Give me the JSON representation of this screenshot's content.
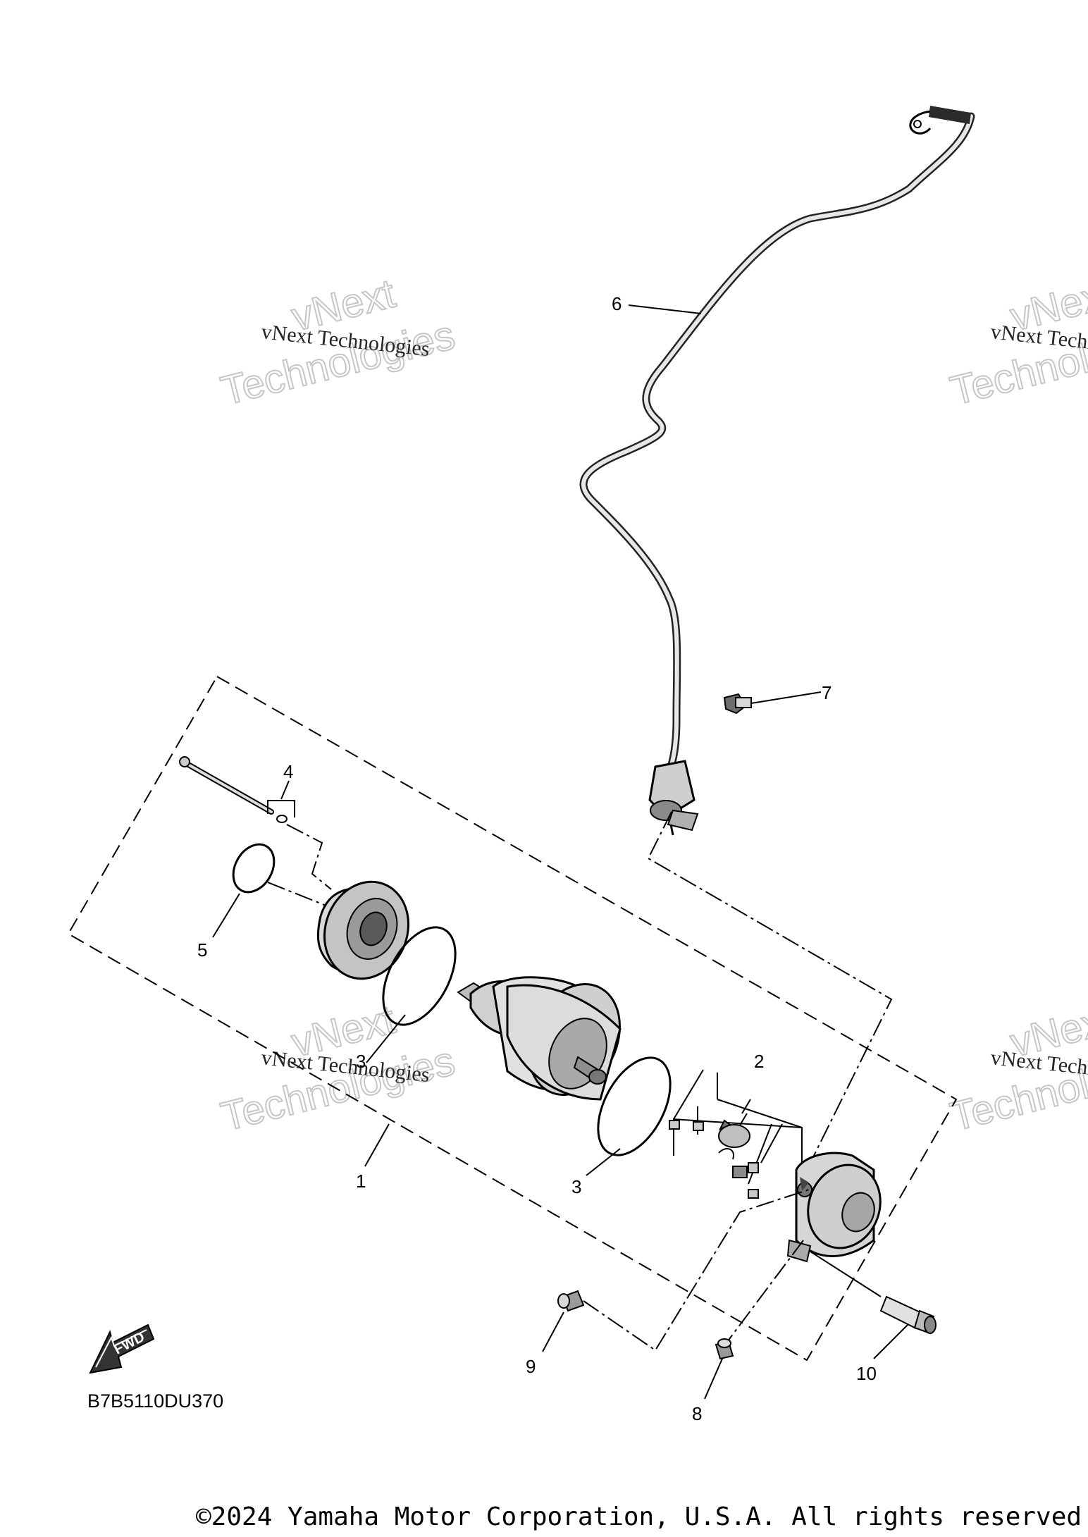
{
  "diagram_code": "B7B5110DU370",
  "fwd_label": "FWD",
  "copyright": "©2024 Yamaha Motor Corporation, U.S.A. All rights reserved",
  "watermark": {
    "line1": "vNext Technologies",
    "line2": "vNext",
    "line3": "Technologies"
  },
  "callouts": [
    {
      "id": "1",
      "label": "1"
    },
    {
      "id": "2",
      "label": "2"
    },
    {
      "id": "3a",
      "label": "3"
    },
    {
      "id": "3b",
      "label": "3"
    },
    {
      "id": "4",
      "label": "4"
    },
    {
      "id": "5",
      "label": "5"
    },
    {
      "id": "6",
      "label": "6"
    },
    {
      "id": "7",
      "label": "7"
    },
    {
      "id": "8",
      "label": "8"
    },
    {
      "id": "9",
      "label": "9"
    },
    {
      "id": "10",
      "label": "10"
    }
  ]
}
